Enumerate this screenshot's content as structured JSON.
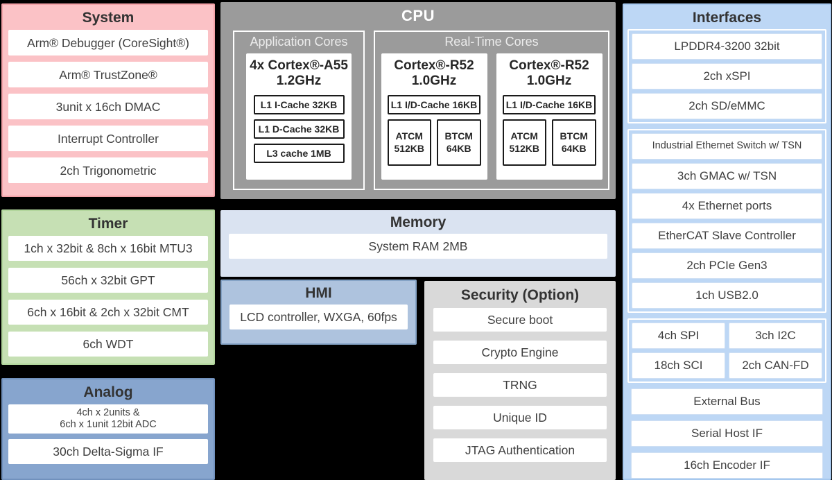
{
  "colors": {
    "background": "#000000",
    "system_fill": "#fbc2c6",
    "system_border": "#f3a2a8",
    "timer_fill": "#c6e0b4",
    "timer_border": "#b2d69c",
    "analog_fill": "#87a5ce",
    "analog_border": "#7191bd",
    "cpu_fill": "#9b9b9b",
    "memory_fill": "#dae3f1",
    "hmi_fill": "#aec3de",
    "hmi_border": "#85a3c6",
    "security_fill": "#d9d9d9",
    "interfaces_fill": "#bdd7f5",
    "interfaces_border": "#a6c8ee",
    "text_dark": "#3f3f3f"
  },
  "system": {
    "title": "System",
    "items": [
      "Arm® Debugger (CoreSight®)",
      "Arm® TrustZone®",
      "3unit x 16ch DMAC",
      "Interrupt Controller",
      "2ch Trigonometric"
    ]
  },
  "timer": {
    "title": "Timer",
    "items": [
      "1ch x 32bit & 8ch x 16bit MTU3",
      "56ch x 32bit GPT",
      "6ch x 16bit & 2ch x 32bit CMT",
      "6ch WDT"
    ]
  },
  "analog": {
    "title": "Analog",
    "adc": {
      "line1": "4ch x 2units &",
      "line2": "6ch x 1unit 12bit ADC"
    },
    "delta_sigma": "30ch Delta-Sigma IF"
  },
  "cpu": {
    "title": "CPU",
    "app_cores": {
      "title": "Application Cores",
      "core": {
        "name": "4x Cortex®-A55",
        "freq": "1.2GHz",
        "caches": [
          "L1 I-Cache 32KB",
          "L1 D-Cache 32KB",
          "L3 cache 1MB"
        ]
      }
    },
    "rt_cores": {
      "title": "Real-Time Cores",
      "cores": [
        {
          "name": "Cortex®-R52",
          "freq": "1.0GHz",
          "cache": "L1 I/D-Cache 16KB",
          "tcm": [
            {
              "name": "ATCM",
              "size": "512KB"
            },
            {
              "name": "BTCM",
              "size": "64KB"
            }
          ]
        },
        {
          "name": "Cortex®-R52",
          "freq": "1.0GHz",
          "cache": "L1 I/D-Cache 16KB",
          "tcm": [
            {
              "name": "ATCM",
              "size": "512KB"
            },
            {
              "name": "BTCM",
              "size": "64KB"
            }
          ]
        }
      ]
    }
  },
  "memory": {
    "title": "Memory",
    "items": [
      "System RAM 2MB"
    ]
  },
  "hmi": {
    "title": "HMI",
    "items": [
      "LCD controller, WXGA, 60fps"
    ]
  },
  "security": {
    "title": "Security (Option)",
    "items": [
      "Secure boot",
      "Crypto Engine",
      "TRNG",
      "Unique ID",
      "JTAG Authentication"
    ]
  },
  "interfaces": {
    "title": "Interfaces",
    "group1": [
      "LPDDR4-3200 32bit",
      "2ch xSPI",
      "2ch SD/eMMC"
    ],
    "group2": [
      "Industrial Ethernet Switch w/ TSN",
      "3ch GMAC w/ TSN",
      "4x Ethernet ports",
      "EtherCAT Slave Controller",
      "2ch PCIe Gen3",
      "1ch USB2.0"
    ],
    "group3": [
      "4ch SPI",
      "3ch I2C",
      "18ch SCI",
      "2ch CAN-FD"
    ],
    "standalone": [
      "External Bus",
      "Serial Host IF",
      "16ch Encoder IF"
    ]
  }
}
